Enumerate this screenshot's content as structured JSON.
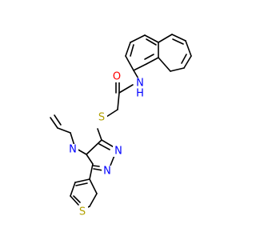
{
  "molecule": {
    "atoms": [
      {
        "id": "O1",
        "label": "O",
        "color": "#ff0000"
      },
      {
        "id": "N1",
        "label": "N",
        "color": "#0000ff"
      },
      {
        "id": "H1",
        "label": "H",
        "color": "#0000ff"
      },
      {
        "id": "S1",
        "label": "S",
        "color": "#b2a000"
      },
      {
        "id": "N2",
        "label": "N",
        "color": "#0000ff"
      },
      {
        "id": "N3",
        "label": "N",
        "color": "#0000ff"
      },
      {
        "id": "N4",
        "label": "N",
        "color": "#0000ff"
      },
      {
        "id": "S2",
        "label": "S",
        "color": "#b2a000"
      }
    ],
    "bond_color": "#000000"
  }
}
